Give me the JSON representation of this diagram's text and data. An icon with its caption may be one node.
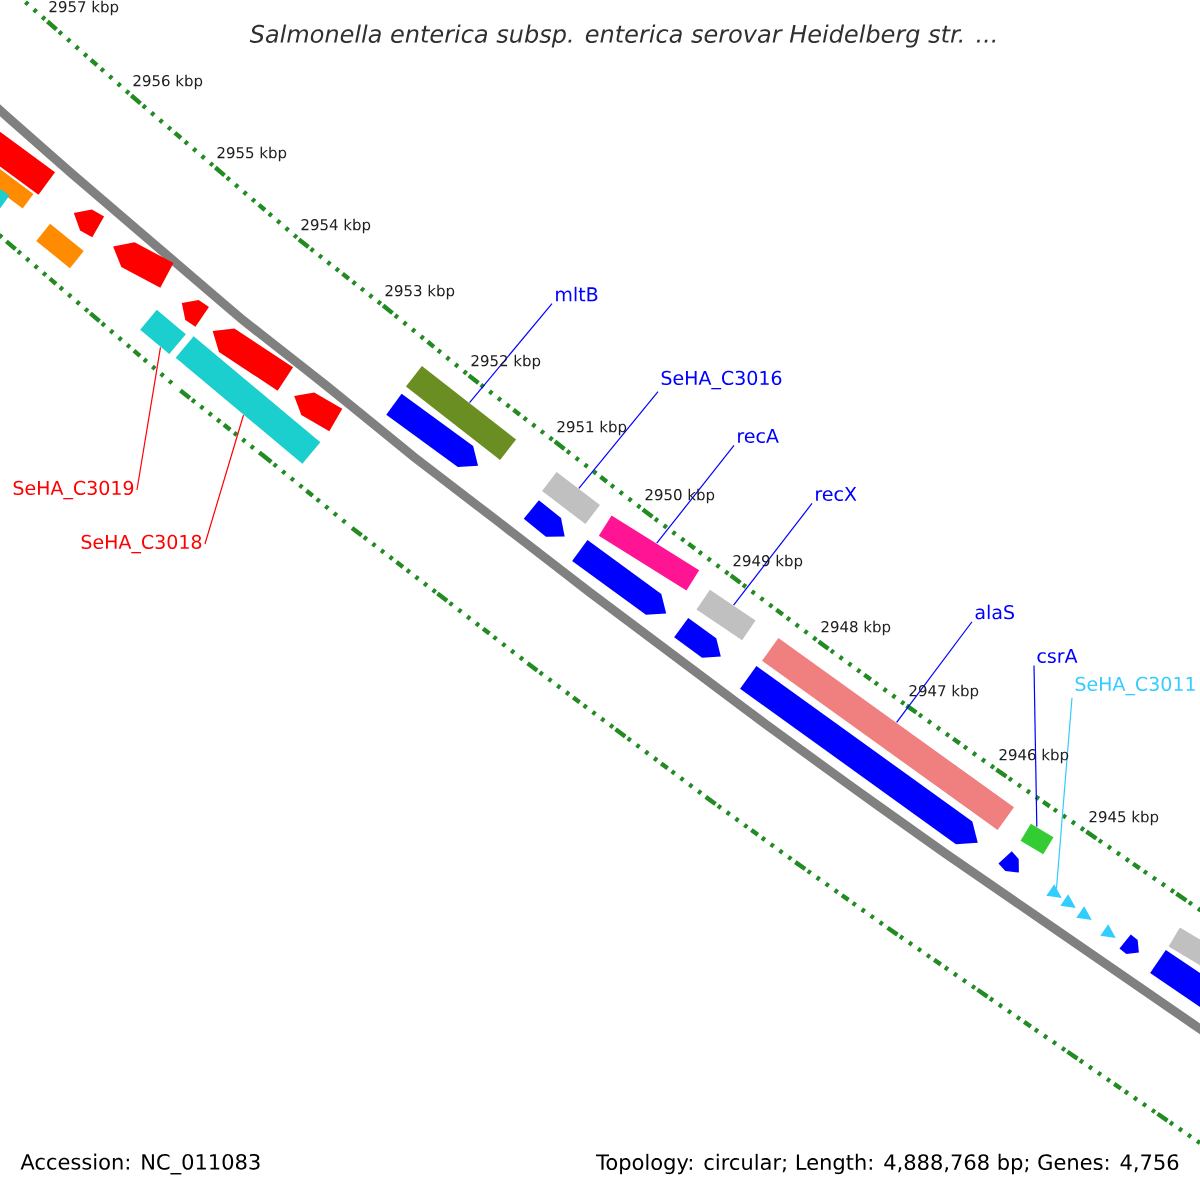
{
  "diagram": {
    "title": "Salmonella enterica subsp. enterica serovar Heidelberg str. ...",
    "nodes": [
      {
        "text": [],
        "shape": "bar"
      },
      {
        "text": [],
        "shape": "bar"
      },
      {
        "text": [],
        "shape": "bar"
      },
      {
        "text": [],
        "shape": "bar"
      },
      {
        "text": [],
        "shape": "pentagon"
      },
      {
        "text": [],
        "shape": "pentagon"
      },
      {
        "text": [],
        "shape": "bar"
      },
      {
        "text": [],
        "shape": "pentagon"
      },
      {
        "text": [],
        "shape": "bar"
      },
      {
        "text": [],
        "shape": "pentagon"
      },
      {
        "text": [],
        "shape": "pentagon"
      },
      {
        "text": [],
        "shape": "pentagon"
      },
      {
        "text": [],
        "shape": "bar"
      },
      {
        "text": [],
        "shape": "pentagon"
      },
      {
        "text": [],
        "shape": "bar"
      },
      {
        "text": [],
        "shape": "pentagon"
      },
      {
        "text": [],
        "shape": "bar"
      },
      {
        "text": [],
        "shape": "pentagon"
      },
      {
        "text": [],
        "shape": "bar"
      },
      {
        "text": [],
        "shape": "pentagon"
      },
      {
        "text": [],
        "shape": "bar"
      },
      {
        "text": [],
        "shape": "pentagon"
      },
      {
        "text": [],
        "shape": "bar"
      },
      {
        "text": [],
        "shape": "triangle"
      },
      {
        "text": [],
        "shape": "triangle"
      },
      {
        "text": [],
        "shape": "triangle"
      },
      {
        "text": [],
        "shape": "triangle"
      },
      {
        "text": [],
        "shape": "pentagon"
      },
      {
        "text": [],
        "shape": "bar"
      },
      {
        "text": [],
        "shape": "pentagon"
      },
      {
        "text": [
          "SeHA_C3019"
        ]
      },
      {
        "text": [
          "SeHA_C3018"
        ]
      },
      {
        "text": [
          "mltB"
        ]
      },
      {
        "text": [
          "SeHA_C3016"
        ]
      },
      {
        "text": [
          "recA"
        ]
      },
      {
        "text": [
          "recX"
        ]
      },
      {
        "text": [
          "alaS"
        ]
      },
      {
        "text": [
          "csrA"
        ]
      },
      {
        "text": [
          "SeHA_C3011"
        ]
      }
    ],
    "edges": [
      {
        "from": 30,
        "to": 6,
        "arrow": "none",
        "color": "#ff0000"
      },
      {
        "from": 31,
        "to": 8,
        "arrow": "none",
        "color": "#ff0000"
      },
      {
        "from": 32,
        "to": 12,
        "arrow": "none"
      },
      {
        "from": 33,
        "to": 14,
        "arrow": "none"
      },
      {
        "from": 34,
        "to": 16,
        "arrow": "none"
      },
      {
        "from": 35,
        "to": 18,
        "arrow": "none"
      },
      {
        "from": 36,
        "to": 20,
        "arrow": "none"
      },
      {
        "from": 37,
        "to": 22,
        "arrow": "none"
      },
      {
        "from": 38,
        "to": 23,
        "arrow": "none",
        "color": "#33ccff"
      }
    ],
    "labels": [
      "2957 kbp",
      "2956 kbp",
      "2955 kbp",
      "2954 kbp",
      "2953 kbp",
      "2952 kbp",
      "2951 kbp",
      "2950 kbp",
      "2949 kbp",
      "2948 kbp",
      "2947 kbp",
      "2946 kbp",
      "2945 kbp",
      "Accession: NC_011083",
      "Topology: circular; Length: 4,888,768 bp; Genes: 4,756"
    ]
  }
}
